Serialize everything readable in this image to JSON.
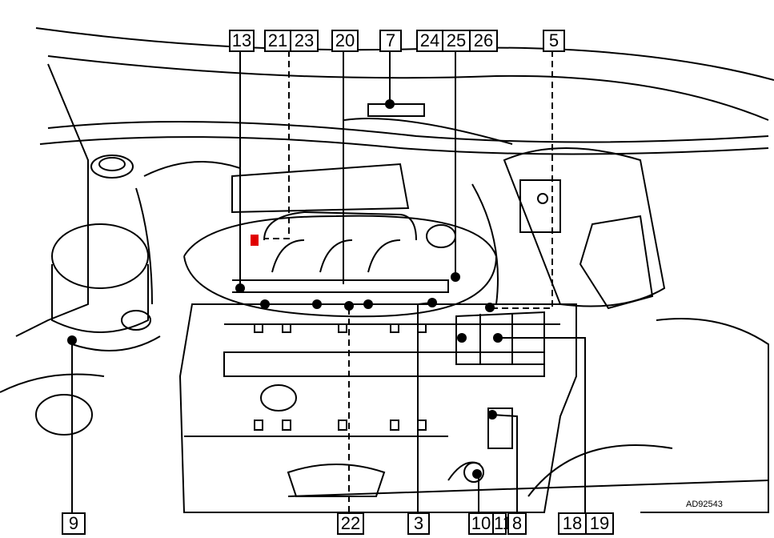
{
  "figure_code": "AD92543",
  "callouts_top": [
    "13",
    "21",
    "23",
    "20",
    "7",
    "24",
    "25",
    "26",
    "5"
  ],
  "callouts_bottom": [
    "9",
    "22",
    "3",
    "10",
    "11",
    "8",
    "18",
    "19"
  ],
  "colors": {
    "line": "#000000",
    "marker": "#e00000"
  }
}
